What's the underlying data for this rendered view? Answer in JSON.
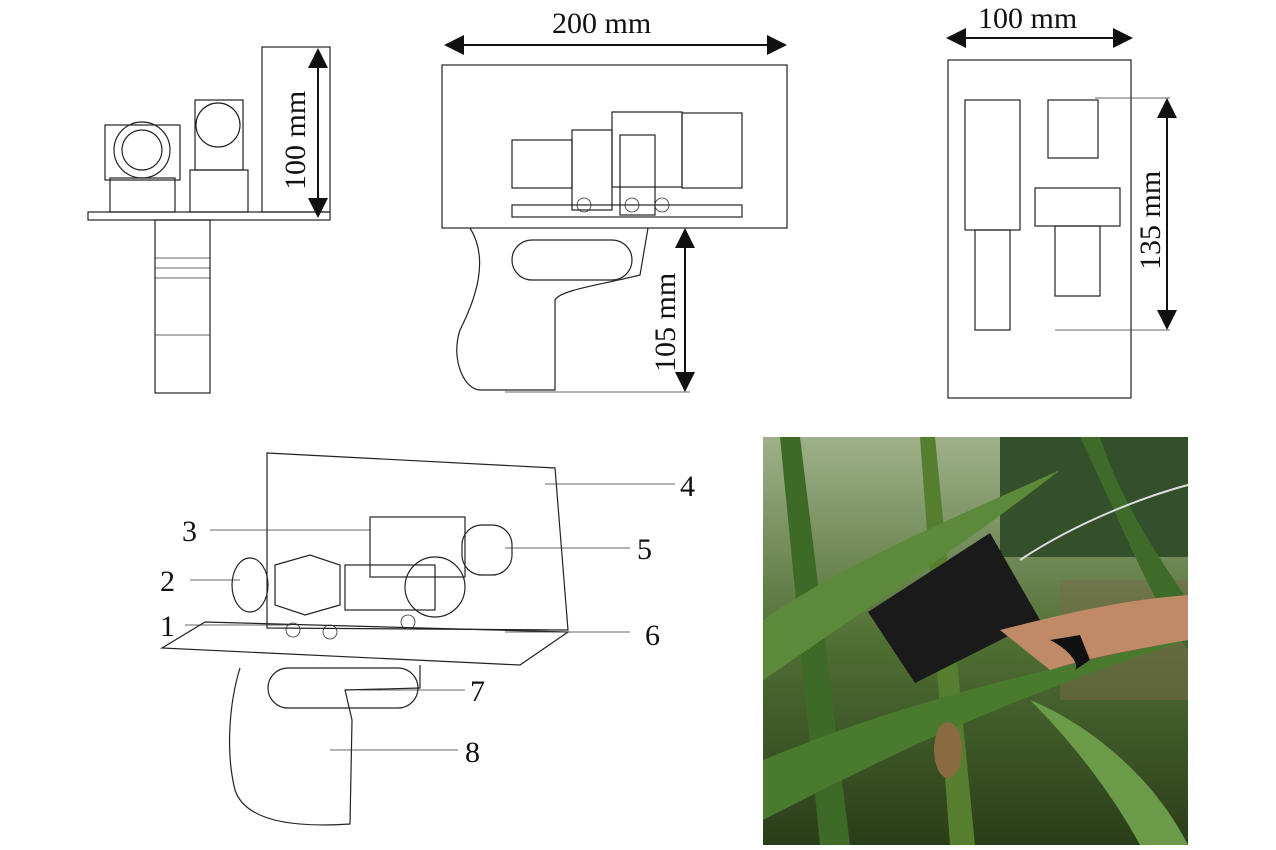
{
  "figure": {
    "side_view": {
      "height_label": "100 mm"
    },
    "front_view": {
      "width_label": "200 mm",
      "grip_label": "105 mm"
    },
    "top_view": {
      "width_label": "100 mm",
      "length_label": "135 mm"
    },
    "isometric_view": {
      "callouts": [
        "1",
        "2",
        "3",
        "4",
        "5",
        "6",
        "7",
        "8"
      ]
    },
    "photo": {
      "colors": {
        "leaf": "#3f6b2a",
        "dark": "#1c2a14",
        "device": "#1a1a1a",
        "sky": "#c9d4c0"
      }
    }
  }
}
